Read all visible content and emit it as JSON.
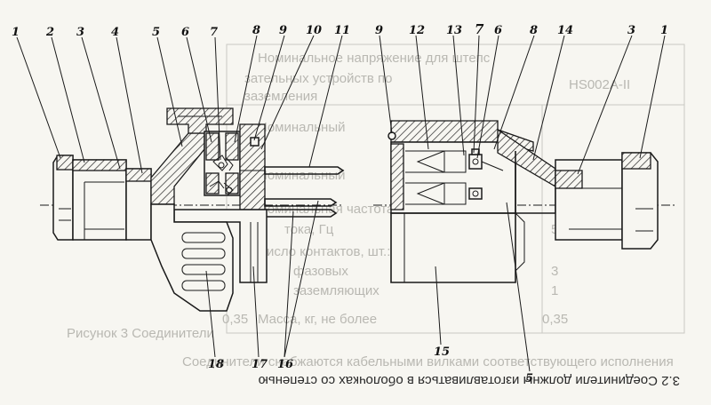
{
  "background_table": {
    "rows": [
      "Номинальное напряжение для штепс",
      "зательных устройств по",
      "заземления",
      "Номинальный",
      "Номинальный",
      "Номинальная частота",
      "тока, Гц",
      "Число контактов, шт.:",
      "фазовых",
      "заземляющих",
      "Масса, кг, не более"
    ],
    "values": [
      "50",
      "3",
      "1",
      "0,35",
      "0,35"
    ],
    "partial_code": "HS002A-II",
    "caption_under": "Рисунок 3 Соединители",
    "bottom_bleed": "Соединители снабжаются кабельными вилками соответствующего исполнения"
  },
  "callouts_left": [
    {
      "id": "l1",
      "text": "1"
    },
    {
      "id": "l2",
      "text": "2"
    },
    {
      "id": "l3",
      "text": "3"
    },
    {
      "id": "l4",
      "text": "4"
    },
    {
      "id": "l5",
      "text": "5"
    },
    {
      "id": "l6",
      "text": "6"
    },
    {
      "id": "l7",
      "text": "7"
    },
    {
      "id": "l8",
      "text": "8"
    },
    {
      "id": "l9",
      "text": "9"
    },
    {
      "id": "l10",
      "text": "10"
    },
    {
      "id": "l11",
      "text": "11"
    }
  ],
  "callouts_right": [
    {
      "id": "r9",
      "text": "9"
    },
    {
      "id": "r12",
      "text": "12"
    },
    {
      "id": "r13",
      "text": "13"
    },
    {
      "id": "r7",
      "text": "7"
    },
    {
      "id": "r6",
      "text": "6"
    },
    {
      "id": "r8",
      "text": "8"
    },
    {
      "id": "r14",
      "text": "14"
    },
    {
      "id": "r3",
      "text": "3"
    },
    {
      "id": "r1",
      "text": "1"
    }
  ],
  "callouts_bottom": [
    {
      "id": "b18",
      "text": "18"
    },
    {
      "id": "b17",
      "text": "17"
    },
    {
      "id": "b16",
      "text": "16"
    },
    {
      "id": "b15",
      "text": "15"
    },
    {
      "id": "b5",
      "text": "5"
    }
  ],
  "caption": "3.2 Соединители должны изготавливаться в оболочках со степенью"
}
